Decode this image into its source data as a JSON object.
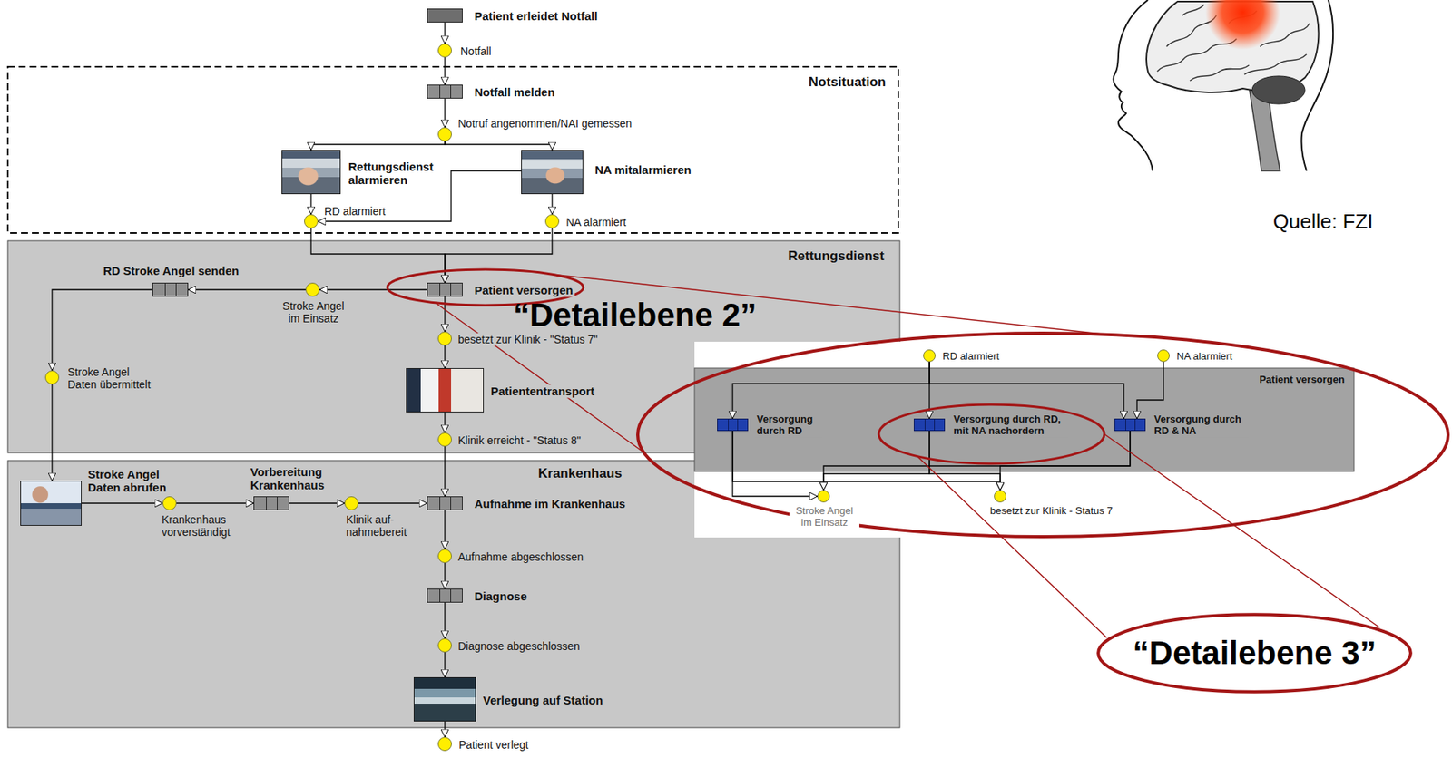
{
  "diagram": {
    "nodes": [
      {
        "text": [
          "Patient erleidet Notfall"
        ]
      },
      {
        "text": [
          "Notfall"
        ]
      },
      {
        "text": [
          "Notsituation"
        ]
      },
      {
        "text": [
          "Notfall melden"
        ],
        "in": 2
      },
      {
        "text": [
          "Notruf angenommen/NAI gemessen"
        ],
        "in": 2
      },
      {
        "text": [
          "Rettungsdienst alarmieren"
        ],
        "in": 2
      },
      {
        "text": [
          "NA mitalarmieren"
        ],
        "in": 2
      },
      {
        "text": [
          "RD alarmiert"
        ],
        "in": 2
      },
      {
        "text": [
          "NA alarmiert"
        ],
        "in": 2
      },
      {
        "text": [
          "Rettungsdienst"
        ]
      },
      {
        "text": [
          "RD Stroke Angel senden"
        ],
        "in": 9
      },
      {
        "text": [
          "Stroke Angel im Einsatz"
        ],
        "in": 9
      },
      {
        "text": [
          "Patient versorgen"
        ],
        "in": 9
      },
      {
        "text": [
          "Stroke Angel Daten übermittelt"
        ],
        "in": 9
      },
      {
        "text": [
          "besetzt zur Klinik - \"Status 7\""
        ],
        "in": 9
      },
      {
        "text": [
          "Patiententransport"
        ],
        "in": 9
      },
      {
        "text": [
          "Klinik erreicht - \"Status 8\""
        ],
        "in": 9
      },
      {
        "text": [
          "Krankenhaus"
        ]
      },
      {
        "text": [
          "Stroke Angel Daten abrufen"
        ],
        "in": 17
      },
      {
        "text": [
          "Krankenhaus vorverständigt"
        ],
        "in": 17
      },
      {
        "text": [
          "Vorbereitung Krankenhaus"
        ],
        "in": 17
      },
      {
        "text": [
          "Klinik auf- nahmebereit"
        ],
        "in": 17
      },
      {
        "text": [
          "Aufnahme im Krankenhaus"
        ],
        "in": 17
      },
      {
        "text": [
          "Aufnahme abgeschlossen"
        ],
        "in": 17
      },
      {
        "text": [
          "Diagnose"
        ],
        "in": 17
      },
      {
        "text": [
          "Diagnose abgeschlossen"
        ],
        "in": 17
      },
      {
        "text": [
          "Verlegung auf Station"
        ],
        "in": 17
      },
      {
        "text": [
          "Patient verlegt"
        ]
      },
      {
        "text": [
          "RD alarmiert"
        ]
      },
      {
        "text": [
          "NA alarmiert"
        ]
      },
      {
        "text": [
          "Patient versorgen"
        ]
      },
      {
        "text": [
          "Versorgung durch RD"
        ],
        "in": 30
      },
      {
        "text": [
          "Versorgung durch RD, mit NA nachordern"
        ],
        "in": 30
      },
      {
        "text": [
          "Versorgung durch RD & NA"
        ],
        "in": 30
      },
      {
        "text": [
          "Stroke Angel im Einsatz"
        ]
      },
      {
        "text": [
          "besetzt zur Klinik - Status 7"
        ]
      },
      {
        "text": [
          "“Detailebene 3”"
        ]
      }
    ],
    "edges": [
      {
        "from": 0,
        "to": 1,
        "arrow": "to"
      },
      {
        "from": 1,
        "to": 3,
        "arrow": "to"
      },
      {
        "from": 3,
        "to": 4,
        "arrow": "to"
      },
      {
        "from": 4,
        "to": 5,
        "arrow": "to"
      },
      {
        "from": 4,
        "to": 6,
        "arrow": "to"
      },
      {
        "from": 5,
        "to": 7,
        "arrow": "to"
      },
      {
        "from": 6,
        "to": 7,
        "arrow": "to"
      },
      {
        "from": 6,
        "to": 8,
        "arrow": "to"
      },
      {
        "from": 7,
        "to": 12,
        "arrow": "to"
      },
      {
        "from": 8,
        "to": 12,
        "arrow": "to"
      },
      {
        "from": 12,
        "to": 11,
        "arrow": "to"
      },
      {
        "from": 11,
        "to": 10,
        "arrow": "to"
      },
      {
        "from": 10,
        "to": 13,
        "arrow": "to"
      },
      {
        "from": 13,
        "to": 18,
        "arrow": "to"
      },
      {
        "from": 18,
        "to": 19,
        "arrow": "to"
      },
      {
        "from": 19,
        "to": 20,
        "arrow": "to"
      },
      {
        "from": 20,
        "to": 21,
        "arrow": "to"
      },
      {
        "from": 21,
        "to": 22,
        "arrow": "to"
      },
      {
        "from": 12,
        "to": 14,
        "arrow": "to"
      },
      {
        "from": 14,
        "to": 15,
        "arrow": "to"
      },
      {
        "from": 15,
        "to": 16,
        "arrow": "to"
      },
      {
        "from": 16,
        "to": 22,
        "arrow": "to"
      },
      {
        "from": 22,
        "to": 23,
        "arrow": "to"
      },
      {
        "from": 23,
        "to": 24,
        "arrow": "to"
      },
      {
        "from": 24,
        "to": 25,
        "arrow": "to"
      },
      {
        "from": 25,
        "to": 26,
        "arrow": "to"
      },
      {
        "from": 26,
        "to": 27,
        "arrow": "to"
      },
      {
        "from": 28,
        "to": 31,
        "arrow": "to"
      },
      {
        "from": 28,
        "to": 32,
        "arrow": "to"
      },
      {
        "from": 28,
        "to": 33,
        "arrow": "to"
      },
      {
        "from": 29,
        "to": 33,
        "arrow": "to"
      },
      {
        "from": 31,
        "to": 34,
        "arrow": "to"
      },
      {
        "from": 31,
        "to": 35,
        "arrow": "to"
      },
      {
        "from": 32,
        "to": 34,
        "arrow": "to"
      },
      {
        "from": 32,
        "to": 35,
        "arrow": "to"
      },
      {
        "from": 33,
        "to": 34,
        "arrow": "to"
      },
      {
        "from": 33,
        "to": 35,
        "arrow": "to"
      }
    ],
    "labels": [
      "“Detailebene 2”",
      "Quelle: FZI"
    ]
  }
}
